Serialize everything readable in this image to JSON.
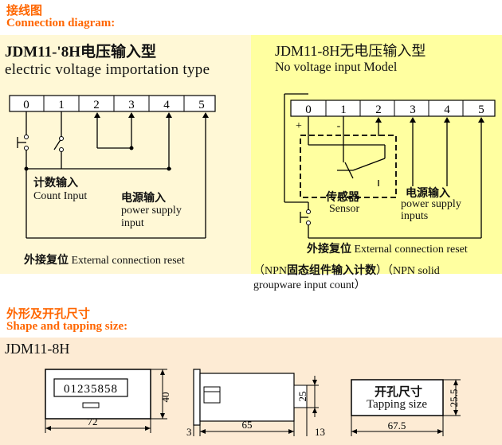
{
  "colors": {
    "accent": "#ff6600",
    "left_panel_bg": "#fff8d6",
    "right_panel_bg": "#ffffa0",
    "bottom_panel_bg": "#fdebd4"
  },
  "section1": {
    "title_cn": "接线图",
    "title_en": "Connection diagram:"
  },
  "left_diagram": {
    "title": "JDM11-'8H电压输入型",
    "subtitle": "electric voltage importation type",
    "terminals": [
      "0",
      "1",
      "2",
      "3",
      "4",
      "5"
    ],
    "count_input_cn": "计数输入",
    "count_input_en": "Count Input",
    "power_cn": "电源输入",
    "power_en1": "power supply",
    "power_en2": "input",
    "reset_cn": "外接复位",
    "reset_en": "External connection reset"
  },
  "right_diagram": {
    "title": "JDM11-8H无电压输入型",
    "subtitle": "No voltage input Model",
    "terminals": [
      "0",
      "1",
      "2",
      "3",
      "4",
      "5"
    ],
    "plus": "+",
    "minus": "-",
    "sensor_cn": "传感器",
    "sensor_en": "Sensor",
    "power_cn": "电源输入",
    "power_en1": "power supply",
    "power_en2": "inputs",
    "reset_cn": "外接复位",
    "reset_en": "External connection reset",
    "npn_line1_a": "（NPN",
    "npn_line1_cn": "固态组件输入计数",
    "npn_line1_b": "）（NPN solid",
    "npn_line2": "groupware input count）"
  },
  "section2": {
    "title_cn": "外形及开孔尺寸",
    "title_en": "Shape and tapping size:"
  },
  "dimensions": {
    "model": "JDM11-8H",
    "display_digits": "01235858",
    "front_width": "72",
    "front_height": "40",
    "side_depth": "65",
    "side_front": "3",
    "side_rear": "13",
    "side_height": "25",
    "cutout_cn": "开孔尺寸",
    "cutout_en": "Tapping size",
    "cutout_width": "67.5",
    "cutout_height": "25.5"
  }
}
